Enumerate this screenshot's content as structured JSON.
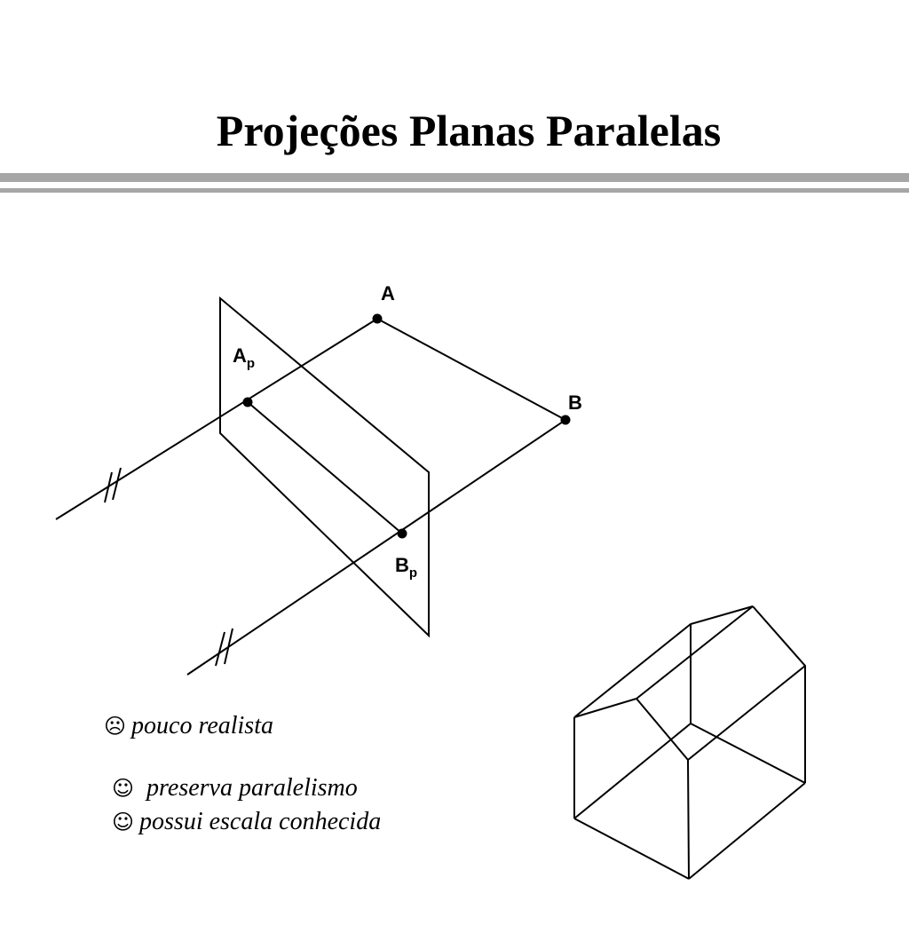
{
  "title": "Projeções Planas Paralelas",
  "labels": {
    "A": "A",
    "B": "B",
    "Ap_base": "A",
    "Ap_sub": "p",
    "Bp_base": "B",
    "Bp_sub": "p"
  },
  "notes": [
    {
      "icon": "frown-icon",
      "glyph": "☹",
      "text": "pouco realista"
    },
    {
      "icon": "smile-icon",
      "glyph": "☺",
      "text": "preserva paralelismo"
    },
    {
      "icon": "smile-icon",
      "glyph": "☺",
      "text": "possui escala conhecida"
    }
  ]
}
